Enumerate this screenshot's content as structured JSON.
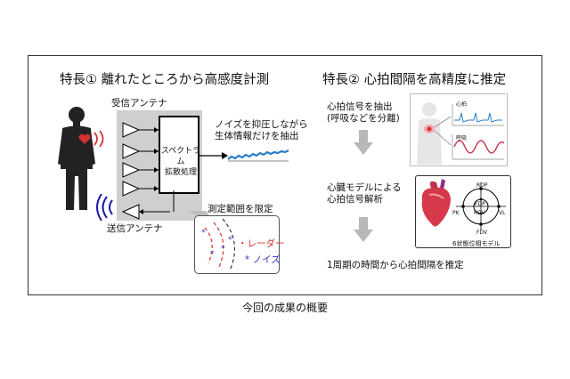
{
  "caption": "今回の成果の概要",
  "feature1": {
    "title": "特長①  離れたところから高感度計測",
    "rx_antenna": "受信アンテナ",
    "tx_antenna": "送信アンテナ",
    "spectrum_line1": "スペクトラム",
    "spectrum_line2": "拡散処理",
    "noise_line1": "ノイズを抑圧しながら",
    "noise_line2": "生体情報だけを抽出",
    "range_title": "測定範囲を限定",
    "radar_label": "・レーダー",
    "noise_label": "* ノイズ"
  },
  "feature2": {
    "title": "特長②  心拍間隔を高精度に推定",
    "step1_line1": "心拍信号を抽出",
    "step1_line2": "(呼吸などを分離)",
    "step2_line1": "心臓モデルによる",
    "step2_line2": "心拍信号解析",
    "step3": "1周期の時間から心拍間隔を推定",
    "panel1_top": "心拍",
    "panel1_bottom": "呼吸",
    "model_caption": "6状態位相モデル",
    "states": [
      "RDP",
      "FDP",
      "PK",
      "RDV",
      "VL",
      "FDV"
    ]
  },
  "colors": {
    "heart": "#d63030",
    "wave_blue": "#2a7cc7",
    "wave_red": "#c8304a",
    "arrow_gray": "#b8b8b8",
    "noise_blue": "#3333cc"
  }
}
